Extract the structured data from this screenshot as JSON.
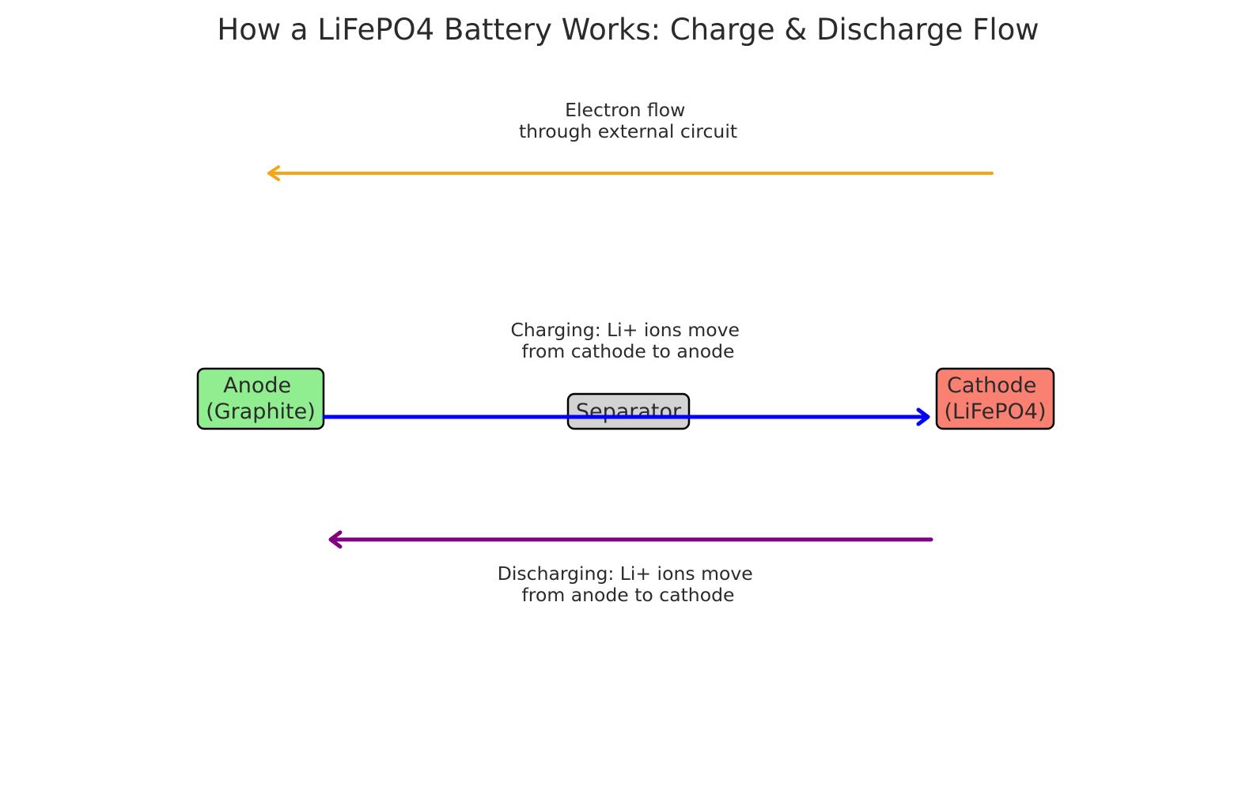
{
  "title": "How a LiFePO4 Battery Works: Charge & Discharge Flow",
  "nodes": {
    "anode": {
      "line1": "Anode",
      "line2": "(Graphite)",
      "fill": "#90ee90"
    },
    "separator": {
      "line1": "Separator",
      "fill": "#d3d3d3"
    },
    "cathode": {
      "line1": "Cathode",
      "line2": "(LiFePO4)",
      "fill": "#fa8072"
    }
  },
  "edges": {
    "electron": {
      "line1": "Electron flow",
      "line2": "through external circuit",
      "color": "#f5a614",
      "from": "cathode",
      "to": "anode"
    },
    "charging": {
      "line1": "Charging: Li+ ions move",
      "line2": "from cathode to anode",
      "color": "#0000ff",
      "from": "anode",
      "to": "cathode"
    },
    "discharging": {
      "line1": "Discharging: Li+ ions move",
      "line2": "from anode to cathode",
      "color": "#800080",
      "from": "cathode",
      "to": "anode"
    }
  }
}
